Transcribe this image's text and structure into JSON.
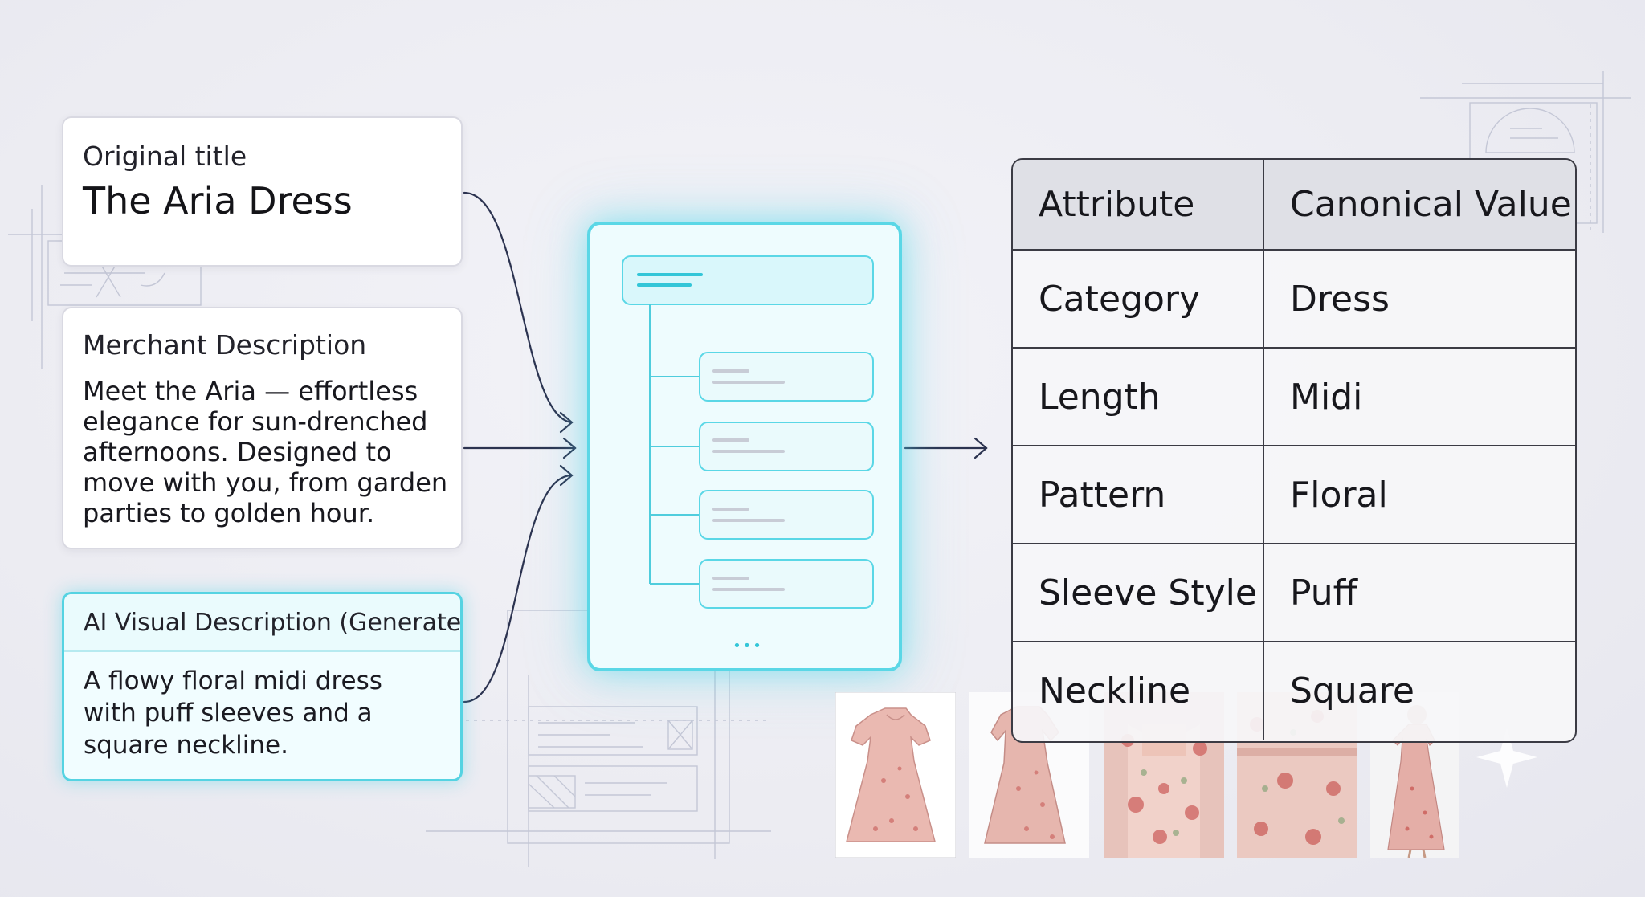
{
  "inputs": {
    "title_card": {
      "label": "Original title",
      "value": "The Aria Dress"
    },
    "merchant_card": {
      "label": "Merchant Description",
      "text": "Meet the Aria — effortless elegance for sun-drenched afternoons. Designed to move with you, from garden parties to golden hour."
    },
    "ai_card": {
      "label": "AI Visual Description (Generated)",
      "text": "A flowy floral midi dress with puff sleeves and a square neckline."
    }
  },
  "processor": {
    "dots": "•••"
  },
  "attribute_table": {
    "headers": [
      "Attribute",
      "Canonical Value"
    ],
    "rows": [
      [
        "Category",
        "Dress"
      ],
      [
        "Length",
        "Midi"
      ],
      [
        "Pattern",
        "Floral"
      ],
      [
        "Sleeve Style",
        "Puff"
      ],
      [
        "Neckline",
        "Square"
      ]
    ]
  },
  "gallery": {
    "thumbnail_icons": [
      "dress-front-icon",
      "dress-side-icon",
      "dress-closeup-icon",
      "dress-detail-icon",
      "model-dress-icon"
    ]
  },
  "colors": {
    "accent_cyan": "#55d3e2",
    "connector": "#2c3350",
    "floral_pink": "#e9b9b2"
  }
}
